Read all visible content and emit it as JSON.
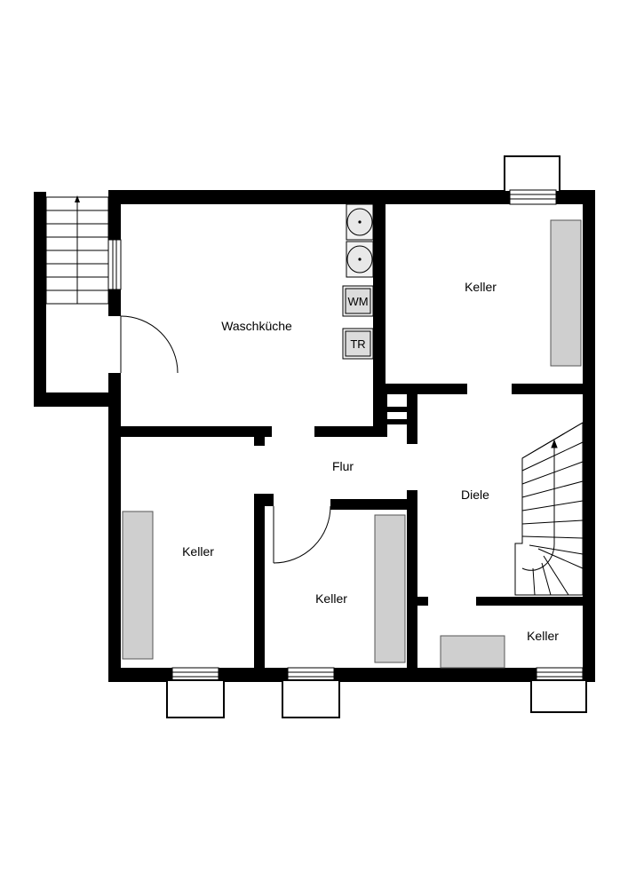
{
  "rooms": {
    "waschkueche": "Waschküche",
    "keller_ne": "Keller",
    "flur": "Flur",
    "diele": "Diele",
    "keller_sw": "Keller",
    "keller_mid": "Keller",
    "keller_se": "Keller"
  },
  "appliances": {
    "washing_machine": "WM",
    "dryer": "TR"
  },
  "colors": {
    "wall": "#000000",
    "furniture_fill": "#cfcfcf",
    "background": "#ffffff"
  }
}
